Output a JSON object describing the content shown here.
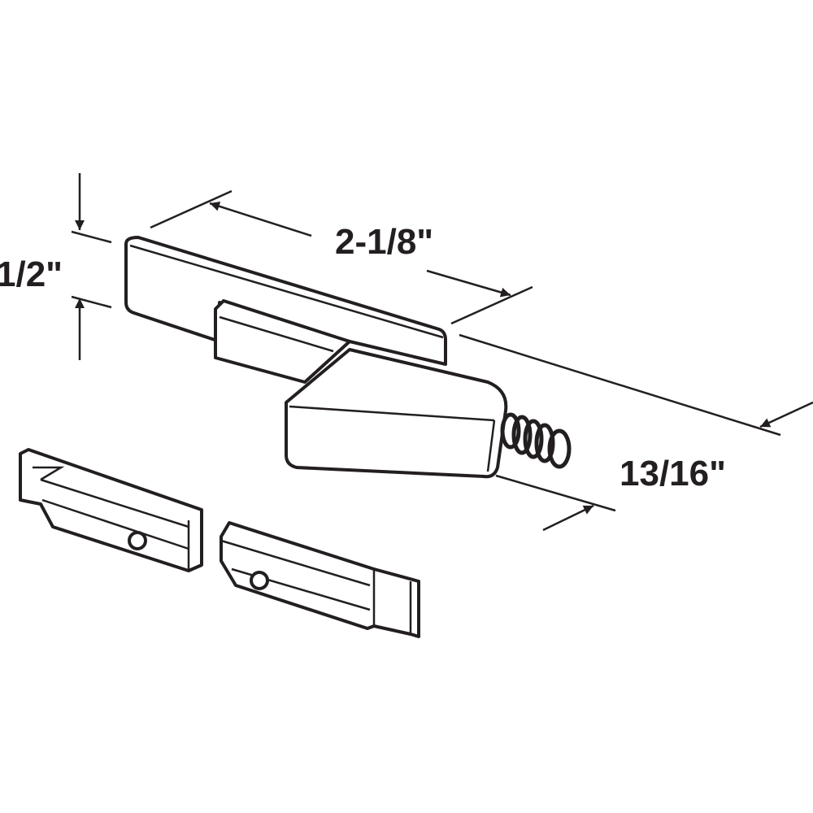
{
  "dimensions": {
    "height": "1/2\"",
    "length": "2-1/8\"",
    "depth": "13/16\""
  }
}
